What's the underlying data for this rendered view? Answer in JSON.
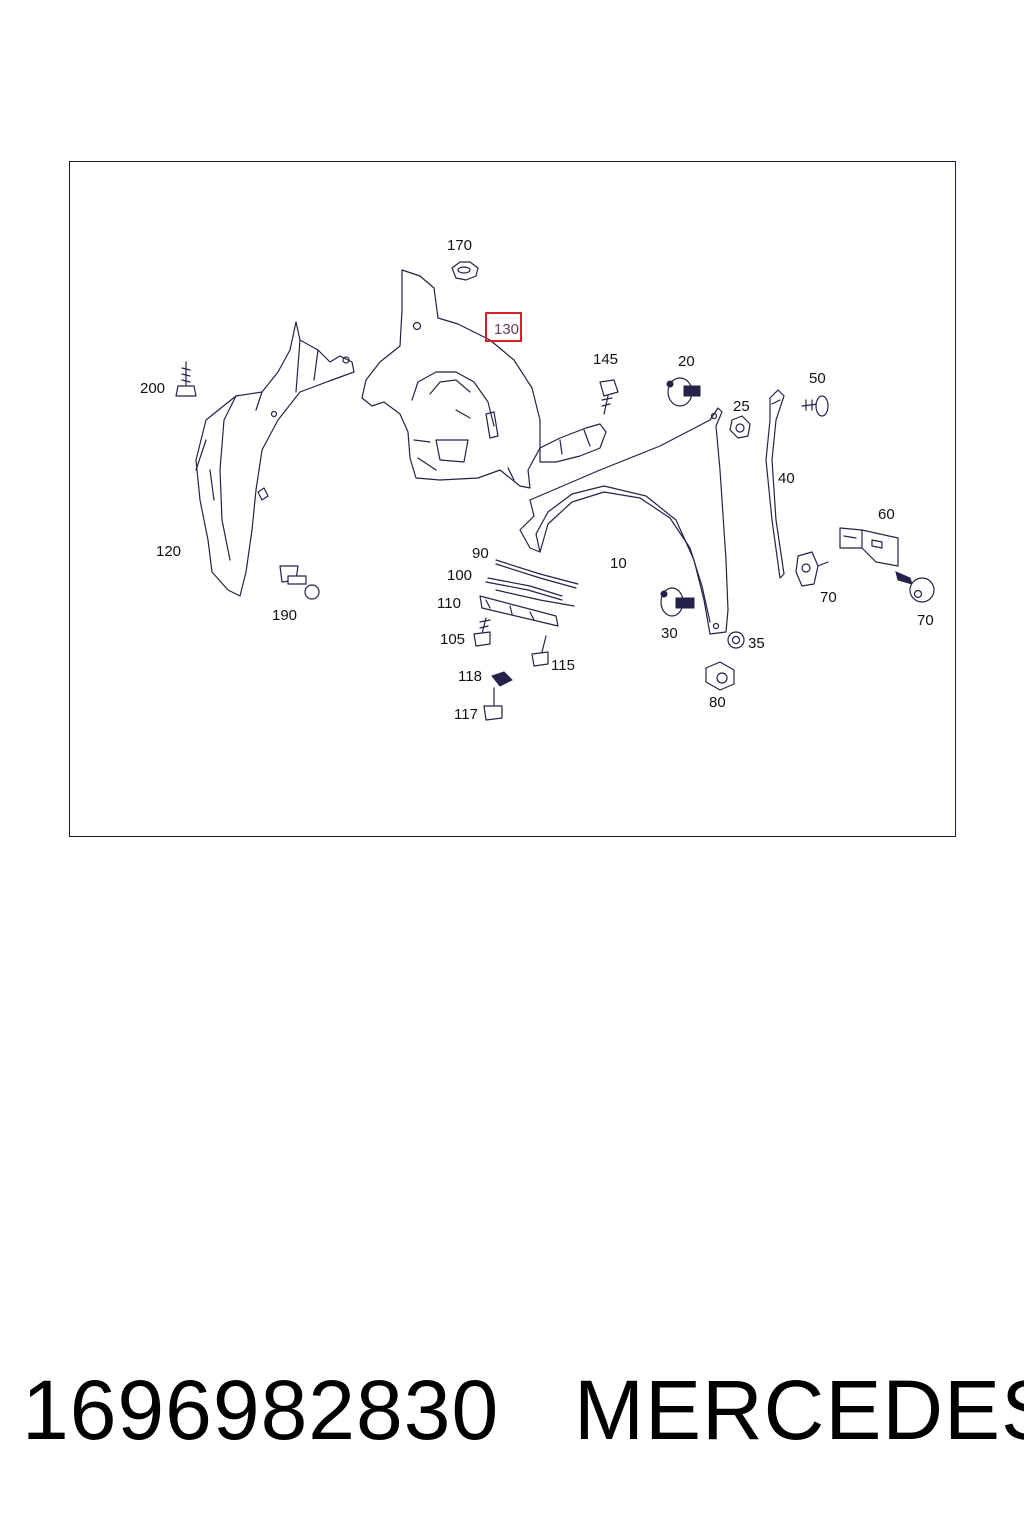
{
  "diagram": {
    "highlighted_callout": "130",
    "callouts": {
      "c170": "170",
      "c130": "130",
      "c145": "145",
      "c20": "20",
      "c25": "25",
      "c50": "50",
      "c200": "200",
      "c40": "40",
      "c60": "60",
      "c120": "120",
      "c90": "90",
      "c10": "10",
      "c100": "100",
      "c70a": "70",
      "c70b": "70",
      "c110": "110",
      "c190": "190",
      "c30": "30",
      "c35": "35",
      "c105": "105",
      "c115": "115",
      "c118": "118",
      "c80": "80",
      "c117": "117"
    }
  },
  "footer": {
    "part_number": "1696982830",
    "brand": "MERCEDES"
  },
  "colors": {
    "line": "#23234a",
    "highlight_border": "#d0202a",
    "highlight_text": "#6a3a5a"
  }
}
